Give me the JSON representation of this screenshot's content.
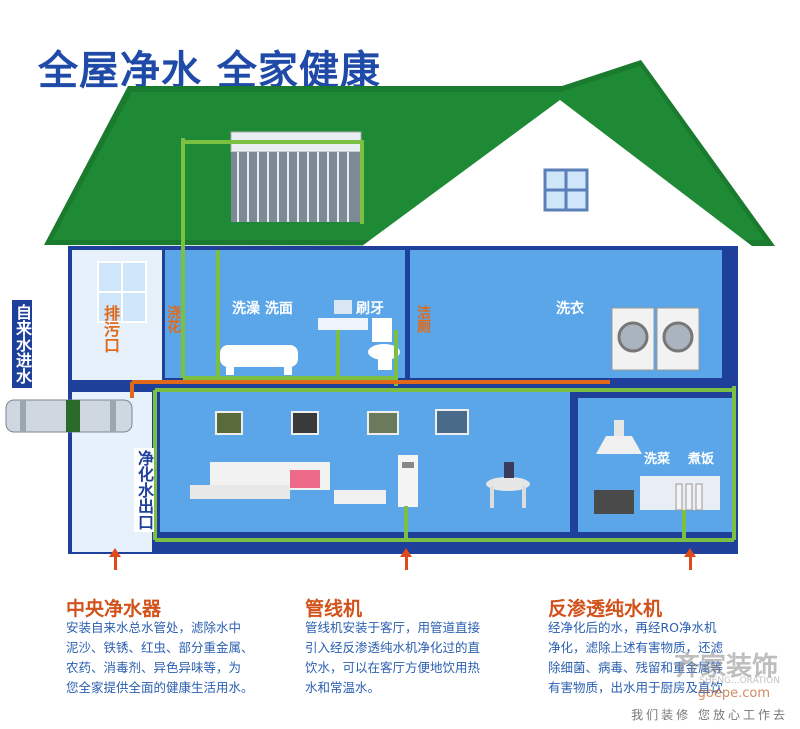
{
  "title": "全屋净水  全家健康",
  "colors": {
    "roof": "#1a7a2e",
    "wall_light": "#8fc6f0",
    "wall_dark": "#1e3f9a",
    "room": "#5aa6e8",
    "pipe_green": "#7bc043",
    "pipe_orange": "#e06a1a",
    "title_blue": "#1f4aa8",
    "accent_orange": "#d2521b"
  },
  "labels": {
    "tap_water_in": "自来水进水",
    "drain": "排污口",
    "shower": "浇花",
    "bath_face": "洗澡  洗面",
    "brush": "刷牙",
    "toilet": "洁厕",
    "laundry": "洗衣",
    "purified_out": "净化水出口",
    "wash_veg": "洗菜",
    "cook": "煮饭"
  },
  "sections": [
    {
      "title": "中央净水器",
      "lines": [
        "安装自来水总水管处，滤除水中",
        "泥沙、铁锈、红虫、部分重金属、",
        "农药、消毒剂、异色异味等，为",
        "您全家提供全面的健康生活用水。"
      ]
    },
    {
      "title": "管线机",
      "lines": [
        "管线机安装于客厅，用管道直接",
        "引入经反渗透纯水机净化过的直",
        "饮水，可以在客厅方便地饮用热",
        "水和常温水。"
      ]
    },
    {
      "title": "反渗透纯水机",
      "lines": [
        "经净化后的水，再经RO净水机",
        "净化，滤除上述有害物质，还滤",
        "除细菌、病毒、残留和重金属等",
        "有害物质，出水用于厨房及直饮"
      ]
    }
  ],
  "watermark": {
    "logo": "齐家装饰",
    "url": "goepe.com",
    "english": "SHENG...ORATION",
    "slogan": "我们装修  您放心工作去"
  },
  "icons": [
    "solar-heater-icon",
    "window-icon",
    "bathtub-icon",
    "sink-icon",
    "toilet-icon",
    "washing-machine-icon",
    "central-filter-icon",
    "sofa-icon",
    "water-dispenser-icon",
    "dining-table-icon",
    "range-hood-icon",
    "ro-purifier-icon",
    "arrow-up-icon"
  ]
}
